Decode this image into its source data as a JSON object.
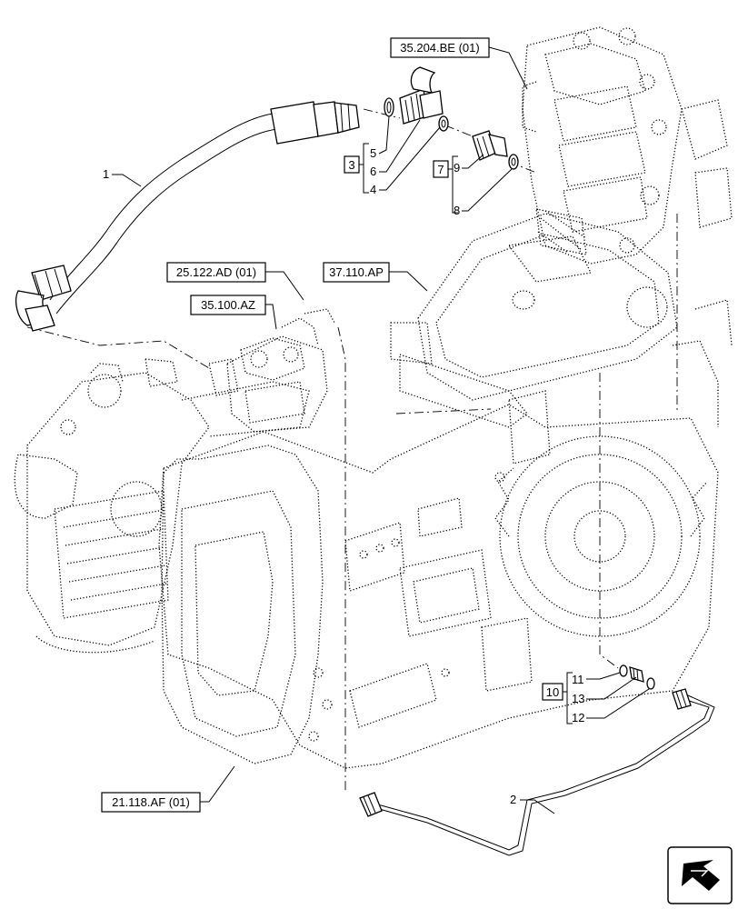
{
  "references": [
    {
      "id": "ref-35-204-be",
      "label": "35.204.BE (01)"
    },
    {
      "id": "ref-25-122-ad",
      "label": "25.122.AD (01)"
    },
    {
      "id": "ref-35-100-az",
      "label": "35.100.AZ"
    },
    {
      "id": "ref-37-110-ap",
      "label": "37.110.AP"
    },
    {
      "id": "ref-21-118-af",
      "label": "21.118.AF (01)"
    }
  ],
  "callouts": [
    {
      "id": "callout-1",
      "label": "1"
    },
    {
      "id": "callout-2",
      "label": "2"
    },
    {
      "id": "callout-4",
      "label": "4"
    },
    {
      "id": "callout-5",
      "label": "5"
    },
    {
      "id": "callout-6",
      "label": "6"
    },
    {
      "id": "callout-8",
      "label": "8"
    },
    {
      "id": "callout-9",
      "label": "9"
    },
    {
      "id": "callout-11",
      "label": "11"
    },
    {
      "id": "callout-12",
      "label": "12"
    },
    {
      "id": "callout-13",
      "label": "13"
    }
  ],
  "kits": [
    {
      "id": "kit-3",
      "label": "3"
    },
    {
      "id": "kit-7",
      "label": "7"
    },
    {
      "id": "kit-10",
      "label": "10"
    }
  ],
  "icons": {
    "nav": "arrow-icon"
  }
}
